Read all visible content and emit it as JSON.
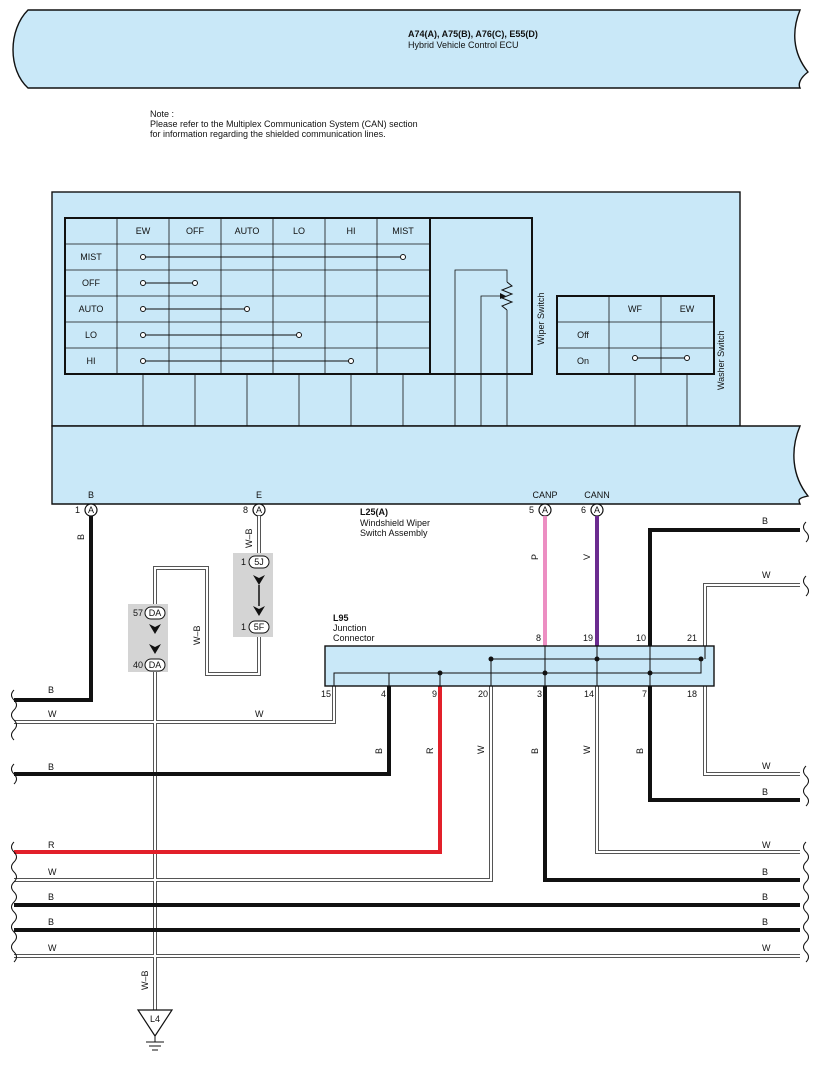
{
  "ecu": {
    "title": "A74(A), A75(B), A76(C), E55(D)",
    "subtitle": "Hybrid Vehicle Control ECU"
  },
  "note": {
    "heading": "Note :",
    "line1": "Please refer to the Multiplex Communication System (CAN) section",
    "line2": "for information regarding the shielded communication lines."
  },
  "wiper_table": {
    "columns": [
      "EW",
      "OFF",
      "AUTO",
      "LO",
      "HI",
      "MIST"
    ],
    "rows": [
      {
        "label": "MIST",
        "from_col": 0,
        "to_col": 5
      },
      {
        "label": "OFF",
        "from_col": 0,
        "to_col": 1
      },
      {
        "label": "AUTO",
        "from_col": 0,
        "to_col": 2
      },
      {
        "label": "LO",
        "from_col": 0,
        "to_col": 3
      },
      {
        "label": "HI",
        "from_col": 0,
        "to_col": 4
      }
    ],
    "label": "Wiper Switch"
  },
  "washer_table": {
    "columns": [
      "WF",
      "EW"
    ],
    "rows": [
      {
        "label": "Off",
        "connected": false
      },
      {
        "label": "On",
        "connected": true
      }
    ],
    "label": "Washer Switch"
  },
  "switch_assembly": {
    "code": "L25(A)",
    "line1": "Windshield Wiper",
    "line2": "Switch Assembly"
  },
  "terminals": [
    {
      "name": "B",
      "pin": "1",
      "conn": "A"
    },
    {
      "name": "E",
      "pin": "8",
      "conn": "A"
    },
    {
      "name": "CANP",
      "pin": "5",
      "conn": "A"
    },
    {
      "name": "CANN",
      "pin": "6",
      "conn": "A"
    }
  ],
  "junction": {
    "code": "L95",
    "line1": "Junction",
    "line2": "Connector",
    "top_pins": [
      "8",
      "19",
      "10",
      "21"
    ],
    "bottom_pins": [
      "15",
      "4",
      "9",
      "20",
      "3",
      "14",
      "7",
      "18"
    ]
  },
  "connectors": {
    "j1": {
      "pin": "1",
      "code": "5J"
    },
    "j2": {
      "pin": "1",
      "code": "5F"
    },
    "d1": {
      "pin": "57",
      "code": "DA"
    },
    "d2": {
      "pin": "40",
      "code": "DA"
    }
  },
  "ground": {
    "code": "L4"
  },
  "wire_labels": {
    "b": "B",
    "w": "W",
    "wb": "W–B",
    "r": "R",
    "p": "P",
    "v": "V"
  },
  "colors": {
    "panel": "#c9e8f8",
    "black": "#111111",
    "red": "#e2202a",
    "pink": "#ec8ec2",
    "purple": "#6b2b8f",
    "white_wire_edge": "#555555",
    "connector_bg": "#d4d4d4"
  }
}
